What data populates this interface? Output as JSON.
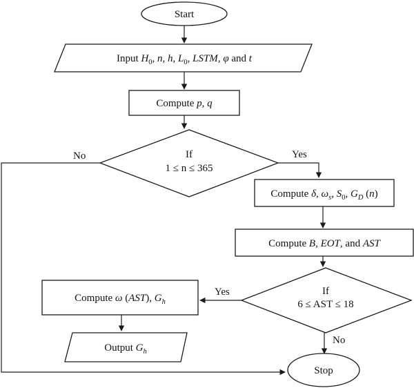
{
  "nodes": {
    "start": "Start",
    "input_prefix": "Input",
    "input_vars": [
      "H",
      "n",
      "h",
      "L",
      "LSTM",
      "φ"
    ],
    "input_and": "and",
    "input_last": "t",
    "subscript_zero": "0",
    "compute_pq_label": "Compute",
    "compute_pq_vars": [
      "p",
      "q"
    ],
    "if_label": "If",
    "cond1": "1 ≤ n ≤ 365",
    "compute_delta_label": "Compute",
    "delta": "δ",
    "omega": "ω",
    "omega_sub": "s",
    "s_var": "S",
    "g_var": "G",
    "g_sub_d": "D",
    "g_arg": "n",
    "compute_b_label": "Compute",
    "b_var": "B",
    "eot_var": "EOT",
    "b_and": "and",
    "ast_var": "AST",
    "cond2": "6 ≤ AST ≤ 18",
    "compute_omega_label": "Compute",
    "omega_ast_arg": "AST",
    "g_sub_h": "h",
    "output_label": "Output",
    "stop": "Stop"
  },
  "edges": {
    "yes": "Yes",
    "no": "No"
  }
}
